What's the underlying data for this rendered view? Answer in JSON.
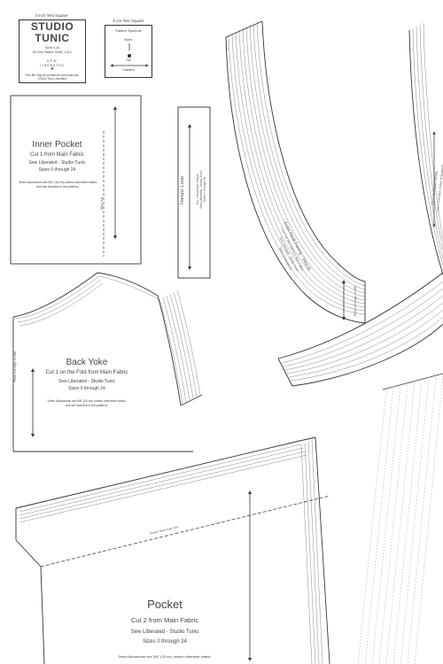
{
  "test_square_inch": "3 inch Test Square",
  "brand_box": {
    "title_line1": "STUDIO",
    "title_line2": "TUNIC",
    "sizes": "Sizes 0-24",
    "sheet": "A0-Size Pattern Sheet, 1 of 2",
    "logo_line1": "SEW",
    "logo_line2": "LIBERATED",
    "note": "This file may be printed for personal use.",
    "copyright": "©2022 Sew Liberated"
  },
  "test_square_cm": "6 cm Test Square",
  "symbols_box": {
    "title": "Pattern Symbols",
    "notch": "Notch",
    "dot": "Dot",
    "grainline": "Grainline"
  },
  "inner_pocket": {
    "name": "Inner Pocket",
    "cut": "Cut 1 from Main Fabric",
    "brand": "Sew Liberated - Studio Tunic",
    "sizes": "Sizes 0 through 24",
    "seam1": "Seam Allowances are 5/8\" (16 cm) unless otherwise stated,",
    "seam2": "and are included in the patterns.",
    "side": "Stitch line"
  },
  "hanger_loop": {
    "l1": "Hanger Loop",
    "l2": "Cut 1 from Main Fabric",
    "l3": "Sew Liberated - Studio Tunic",
    "l4": "Sizes 0 through 24"
  },
  "front_neck_facing": {
    "l1": "Front Neck Facing - View B",
    "l2": "Cut 1 on the Fold from Main Fabric",
    "l3": "Sew Liberated - Studio Tunic",
    "l4": "Sizes 0 through 24",
    "fold": "Place this edge on fold"
  },
  "front_armhole_facing": {
    "l1": "Front Armhole Facing",
    "l2": "Cut 2 from Main Fabric (Interfaced)"
  },
  "back_yoke": {
    "name": "Back Yoke",
    "cut": "Cut 1 on the Fold from Main Fabric",
    "brand": "Sew Liberated - Studio Tunic",
    "sizes": "Sizes 0 through 24",
    "seam1": "Seam Allowances are 5/8\" (16 cm) unless otherwise stated,",
    "seam2": "and are included in the patterns.",
    "fold": "Place this edge on fold"
  },
  "pocket": {
    "name": "Pocket",
    "cut": "Cut 2 from Main Fabric",
    "brand": "Sew Liberated - Studio Tunic",
    "sizes": "Sizes 0 through 24",
    "seam1": "Seam Allowances are 5/8\" (16 cm) unless otherwise stated,",
    "fold_line": "Pocket Hem Fold Line"
  }
}
